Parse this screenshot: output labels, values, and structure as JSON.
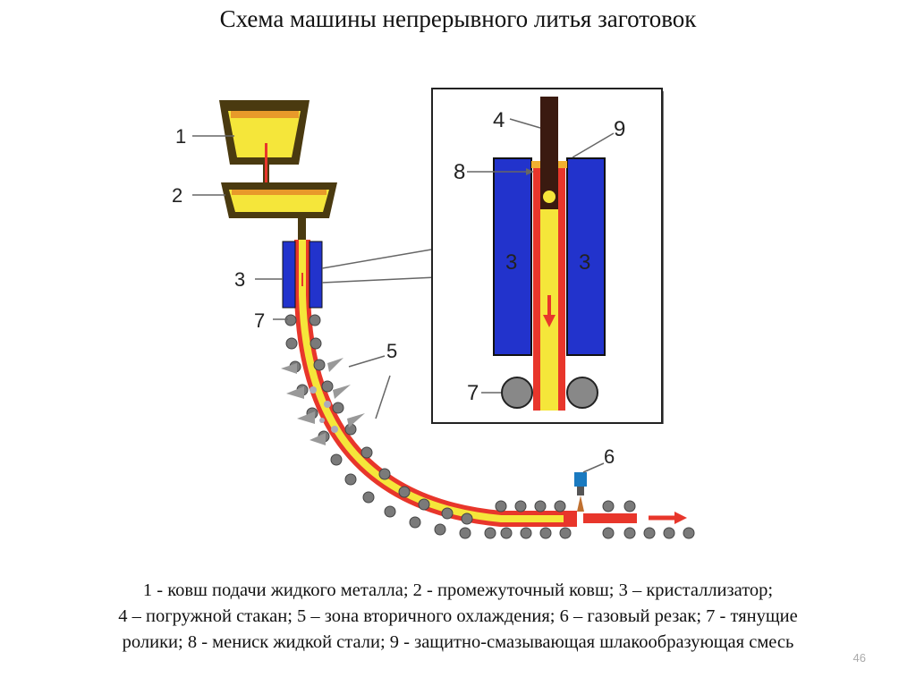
{
  "title": "Схема машины непрерывного литья заготовок",
  "labels": {
    "l1": "1",
    "l2": "2",
    "l3": "3",
    "l5": "5",
    "l6": "6",
    "l7": "7",
    "in3a": "3",
    "in3b": "3",
    "in4": "4",
    "in7": "7",
    "in8": "8",
    "in9": "9"
  },
  "legend": [
    "1 - ковш подачи жидкого металла; 2 - промежуточный ковш; 3 – кристаллизатор;",
    "4 – погружной стакан; 5 – зона вторичного охлаждения; 6 – газовый резак; 7 - тянущие",
    "ролики; 8 - мениск жидкой стали; 9 - защитно-смазывающая шлакообразующая смесь"
  ],
  "page_number": "46",
  "colors": {
    "steel": "#f5e63a",
    "shell": "#e8362b",
    "mould": "#2233cc",
    "ladle": "#4a3a10",
    "roller": "#7a7a7a",
    "nozzle": "#3a1a10"
  }
}
